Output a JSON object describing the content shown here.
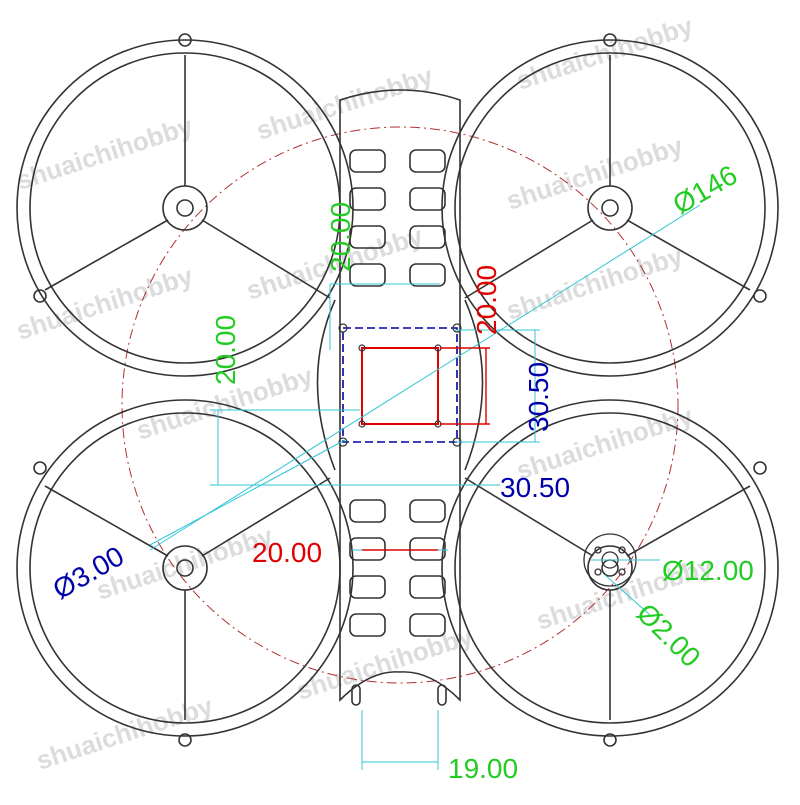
{
  "drawing": {
    "dimensions": {
      "prop_circle": "Ø146",
      "motor_mount_dia": "Ø12.00",
      "motor_hole_dia": "Ø2.00",
      "mount_hole_dia": "Ø3.00",
      "green_vertical_top": "20.00",
      "green_vertical_left": "20.00",
      "red_vertical": "20.00",
      "red_horizontal": "20.00",
      "blue_vertical": "30.50",
      "blue_horizontal": "30.50",
      "bottom_width": "19.00"
    },
    "watermark": "shuaichihobby",
    "colors": {
      "line": "#333333",
      "red": "#e00000",
      "green": "#22cc22",
      "blue": "#0000aa",
      "cyan": "#33c6d6",
      "prop_circle": "#b03030"
    }
  }
}
